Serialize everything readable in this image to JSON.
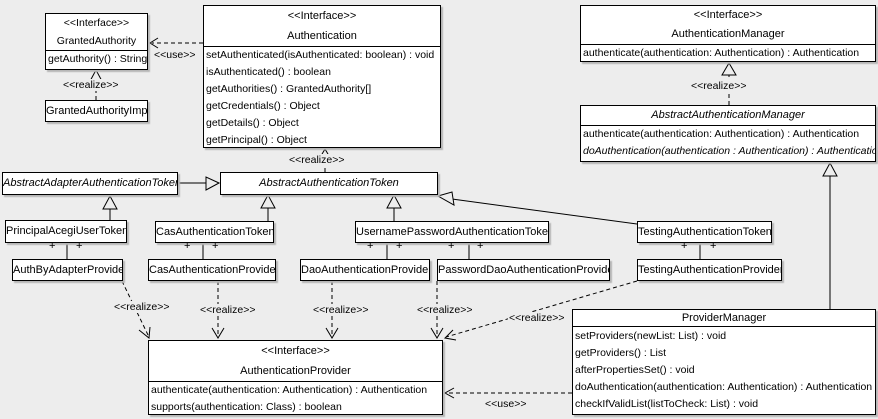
{
  "diagram": {
    "background_color": "#ededed",
    "box_fill_color": "#ffffff",
    "line_color": "#000000",
    "edge_labels": {
      "use": "<<use>>",
      "realize": "<<realize>>"
    },
    "association_end": "+"
  },
  "classes": {
    "granted_authority": {
      "stereotype": "<<Interface>>",
      "name": "GrantedAuthority",
      "methods": [
        "getAuthority() : String"
      ]
    },
    "granted_authority_impl": {
      "name": "GrantedAuthorityImpl"
    },
    "authentication": {
      "stereotype": "<<Interface>>",
      "name": "Authentication",
      "methods": [
        "setAuthenticated(isAuthenticated: boolean) : void",
        "isAuthenticated() : boolean",
        "getAuthorities() : GrantedAuthority[]",
        "getCredentials() : Object",
        "getDetails() : Object",
        "getPrincipal() : Object"
      ]
    },
    "authentication_manager": {
      "stereotype": "<<Interface>>",
      "name": "AuthenticationManager",
      "methods": [
        "authenticate(authentication: Authentication) : Authentication"
      ]
    },
    "abstract_authentication_manager": {
      "name": "AbstractAuthenticationManager",
      "methods": [
        "authenticate(authentication: Authentication) : Authentication",
        "doAuthentication(authentication : Authentication) : Authentication"
      ]
    },
    "abstract_adapter_authentication_token": {
      "name": "AbstractAdapterAuthenticationToken"
    },
    "abstract_authentication_token": {
      "name": "AbstractAuthenticationToken"
    },
    "principal_acegi_user_token": {
      "name": "PrincipalAcegiUserToken"
    },
    "cas_authentication_token": {
      "name": "CasAuthenticationToken"
    },
    "username_password_authentication_token": {
      "name": "UsernamePasswordAuthenticationToken"
    },
    "testing_authentication_token": {
      "name": "TestingAuthenticationToken"
    },
    "auth_by_adapter_provider": {
      "name": "AuthByAdapterProvider"
    },
    "cas_authentication_provider": {
      "name": "CasAuthenticationProvider"
    },
    "dao_authentication_provider": {
      "name": "DaoAuthenticationProvider"
    },
    "password_dao_authentication_provider": {
      "name": "PasswordDaoAuthenticationProvider"
    },
    "testing_authentication_provider": {
      "name": "TestingAuthenticationProvider"
    },
    "authentication_provider": {
      "stereotype": "<<Interface>>",
      "name": "AuthenticationProvider",
      "methods": [
        "authenticate(authentication: Authentication) : Authentication",
        "supports(authentication: Class) : boolean"
      ]
    },
    "provider_manager": {
      "name": "ProviderManager",
      "methods": [
        "setProviders(newList: List) : void",
        "getProviders() : List",
        "afterPropertiesSet() : void",
        "doAuthentication(authentication: Authentication) : Authentication",
        "checkIfValidList(listToCheck: List) : void"
      ]
    }
  }
}
